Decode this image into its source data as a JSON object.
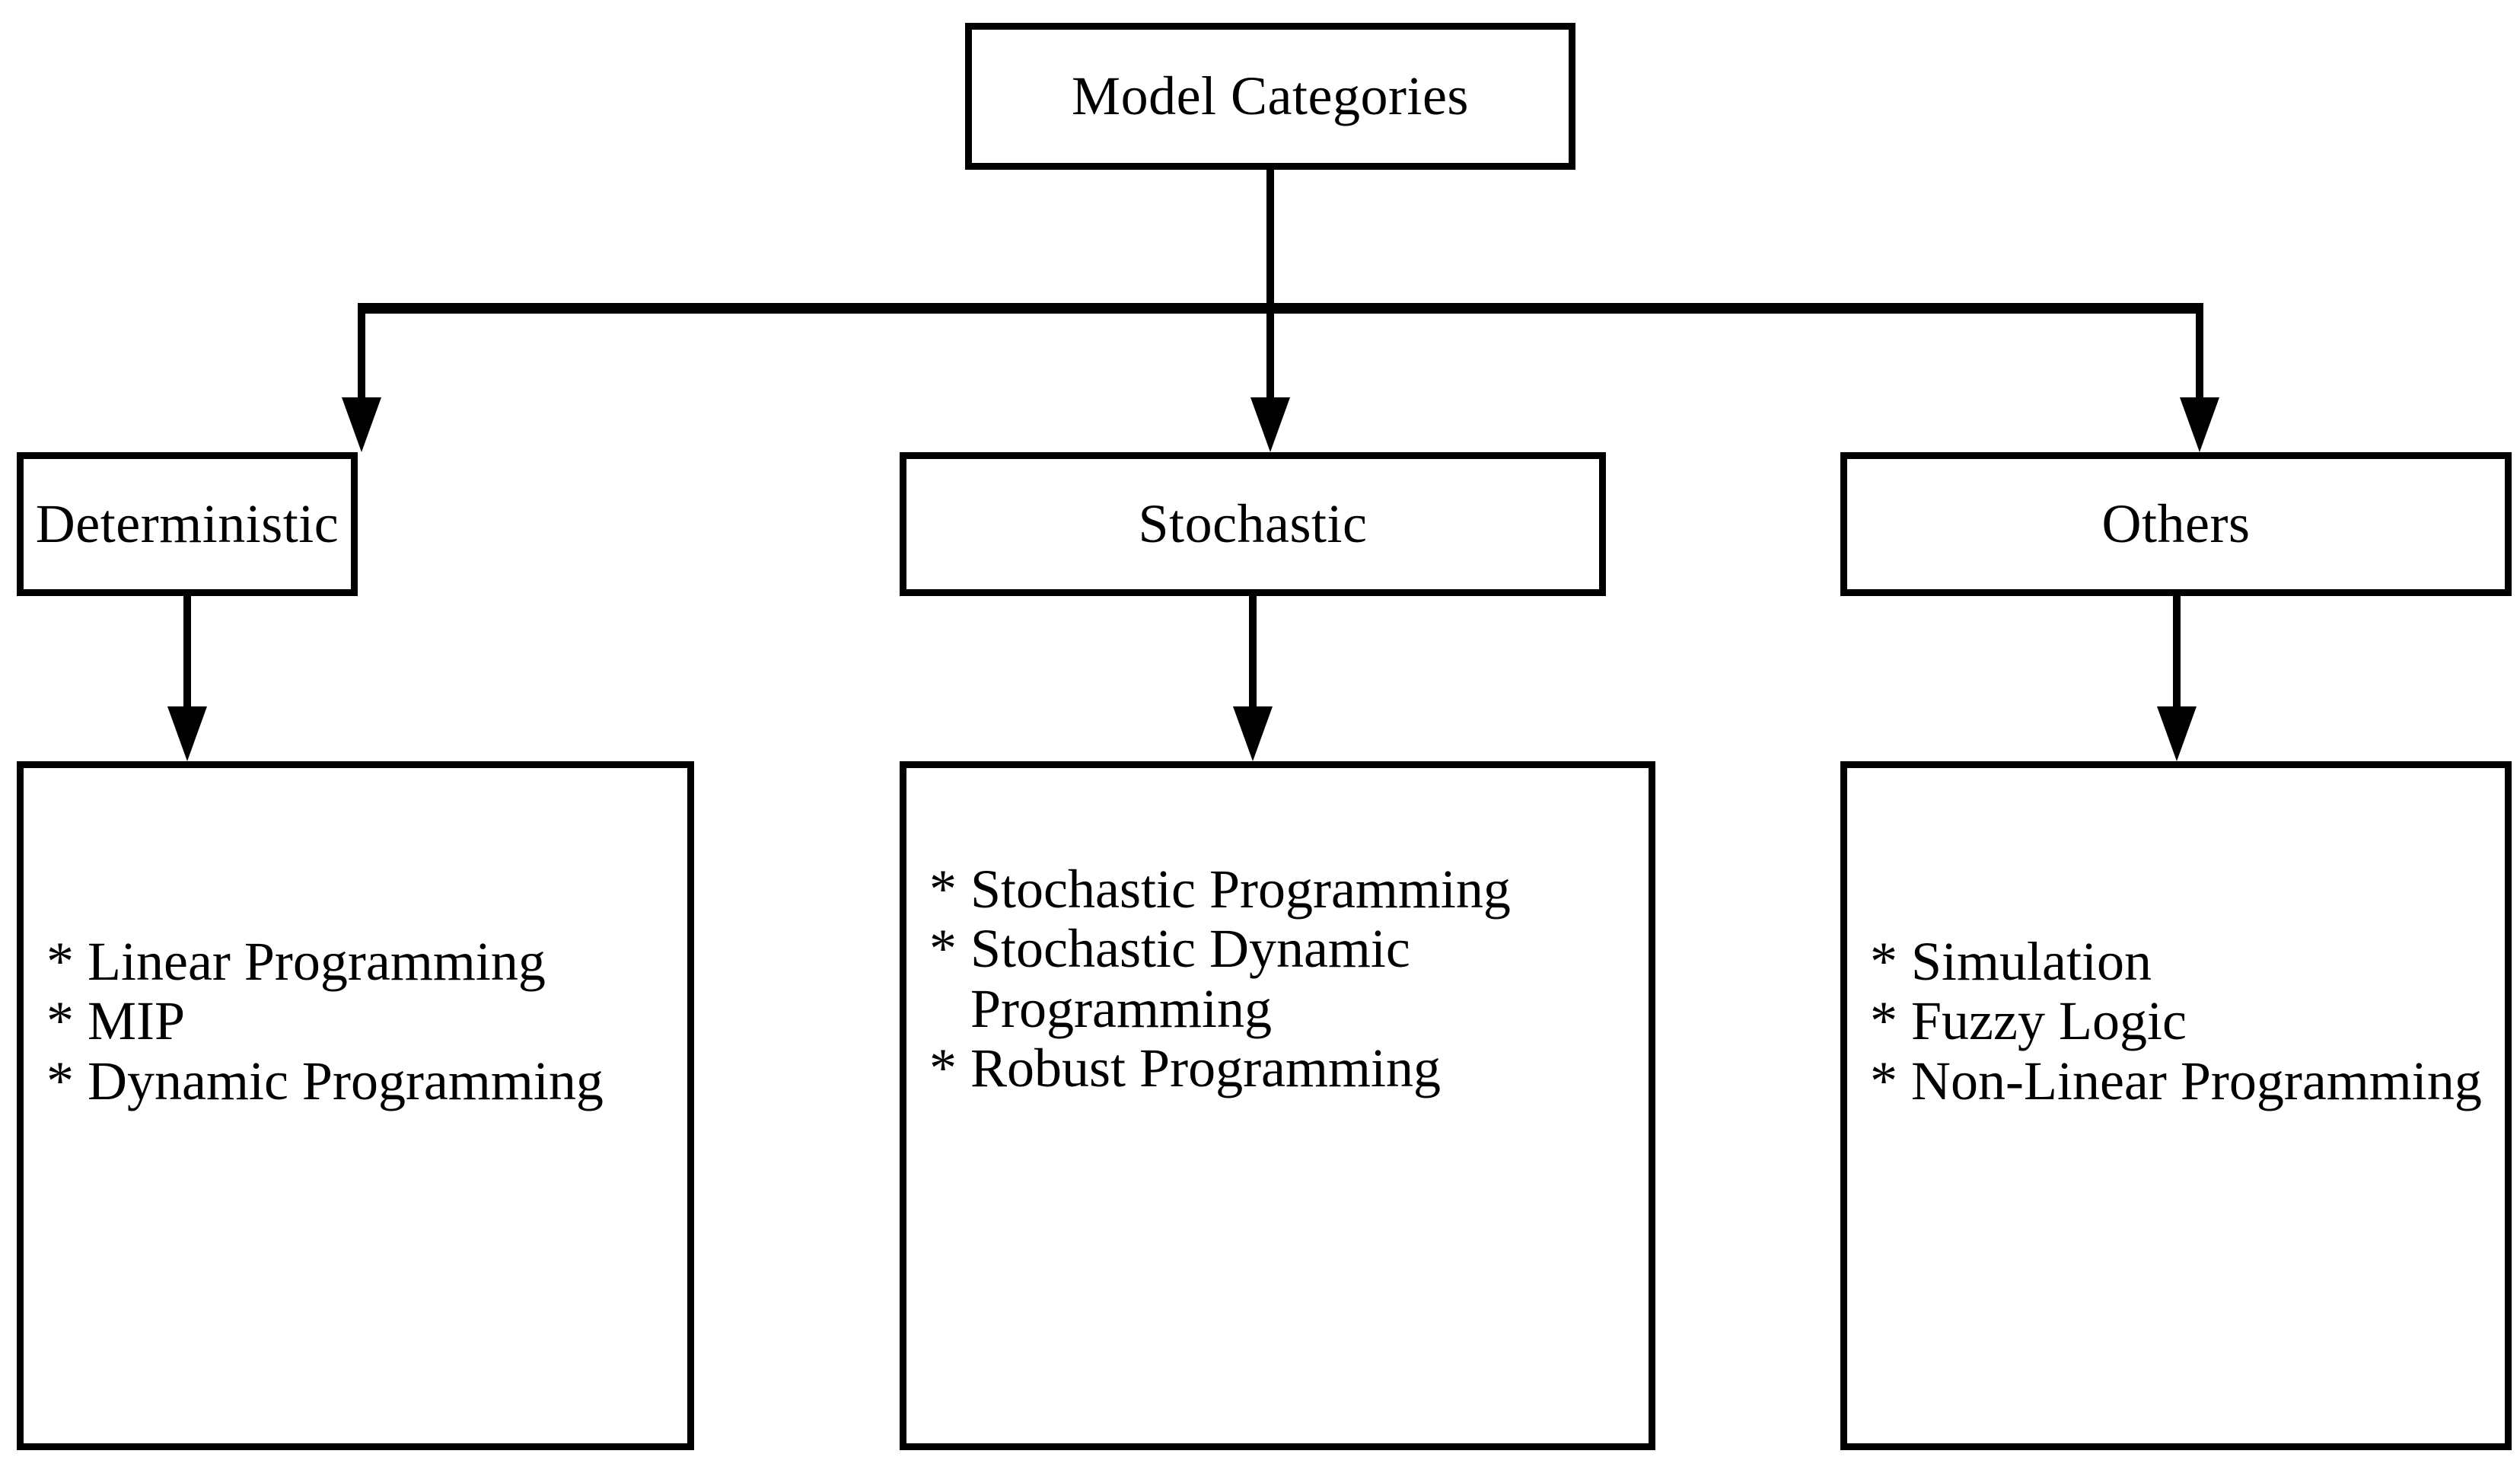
{
  "diagram": {
    "title": "Model Categories",
    "root": {
      "label": "Model Categories"
    },
    "branches": [
      {
        "label": "Deterministic",
        "bullet": "*",
        "items": [
          "Linear Programming",
          "MIP",
          "Dynamic Programming"
        ]
      },
      {
        "label": "Stochastic",
        "bullet": "*",
        "items": [
          "Stochastic Programming",
          "Stochastic Dynamic Programming",
          "Robust Programming"
        ]
      },
      {
        "label": "Others",
        "bullet": "*",
        "items": [
          "Simulation",
          "Fuzzy Logic",
          "Non-Linear Programming"
        ]
      }
    ],
    "colors": {
      "stroke": "#000000",
      "fill": "#ffffff",
      "text": "#000000"
    }
  }
}
